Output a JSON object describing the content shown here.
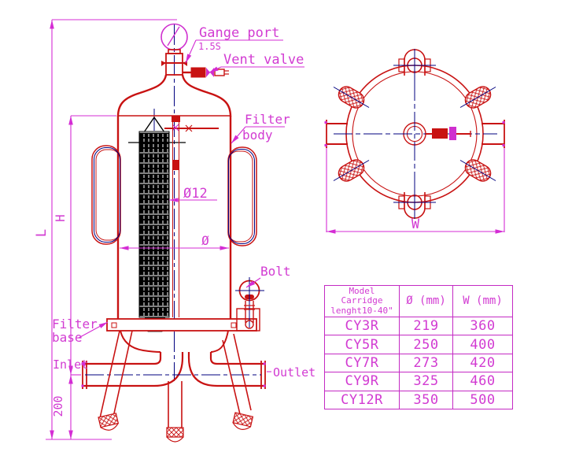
{
  "drawing_labels": {
    "gauge_port": "Gange port",
    "gauge_size": "1.5S",
    "vent_valve": "Vent valve",
    "filter_body_1": "Filter",
    "filter_body_2": "body",
    "bolt": "Bolt",
    "filter_base_1": "Filter",
    "filter_base_2": "base",
    "inlet": "Inlet",
    "outlet": "Outlet"
  },
  "dimensions": {
    "overall_height": "L",
    "shell_height": "H",
    "base_clearance": "200",
    "shell_diameter": "Ø",
    "drain_diameter": "Ø12",
    "overall_width": "W"
  },
  "spec_table": {
    "header": {
      "model_1": "Model",
      "model_2": "Carridge",
      "model_3": "lenght10-40\"",
      "diameter": "Ø (mm)",
      "width": "W (mm)"
    },
    "rows": [
      {
        "model": "CY3R",
        "diameter": "219",
        "width": "360"
      },
      {
        "model": "CY5R",
        "diameter": "250",
        "width": "400"
      },
      {
        "model": "CY7R",
        "diameter": "273",
        "width": "420"
      },
      {
        "model": "CY9R",
        "diameter": "325",
        "width": "460"
      },
      {
        "model": "CY12R",
        "diameter": "350",
        "width": "500"
      }
    ]
  },
  "colors": {
    "line_red": "#c81212",
    "dim_magenta": "#d42cd4",
    "centerline_navy": "#00007f",
    "cartridge_black": "#000000"
  }
}
